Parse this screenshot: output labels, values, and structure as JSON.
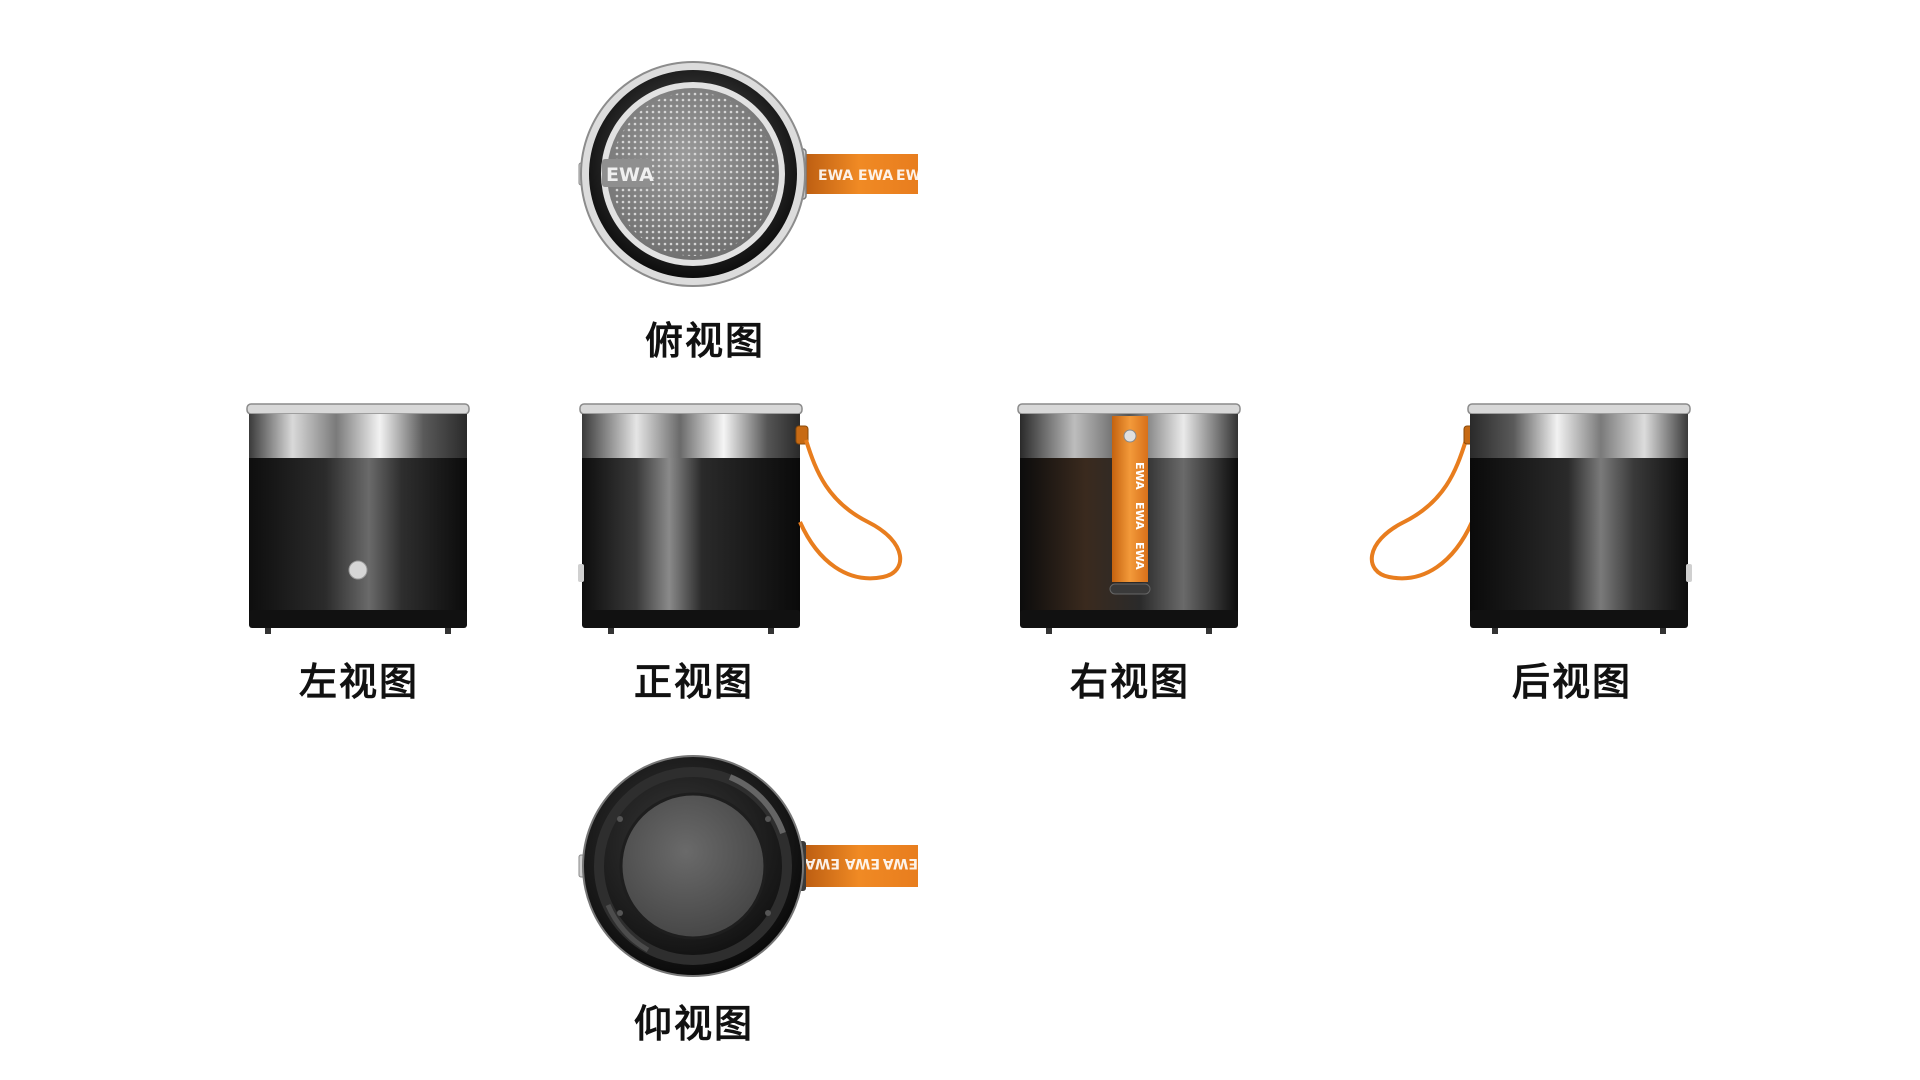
{
  "views": {
    "top": {
      "label": "俯视图"
    },
    "left": {
      "label": "左视图"
    },
    "front": {
      "label": "正视图"
    },
    "right": {
      "label": "右视图"
    },
    "back": {
      "label": "后视图"
    },
    "bottom": {
      "label": "仰视图"
    }
  },
  "brand": {
    "logo_text": "EWA"
  },
  "colors": {
    "strap_orange": "#e87d1e",
    "body_dark": "#1a1a1a",
    "chrome": "#c8c8c8",
    "background": "#ffffff"
  }
}
